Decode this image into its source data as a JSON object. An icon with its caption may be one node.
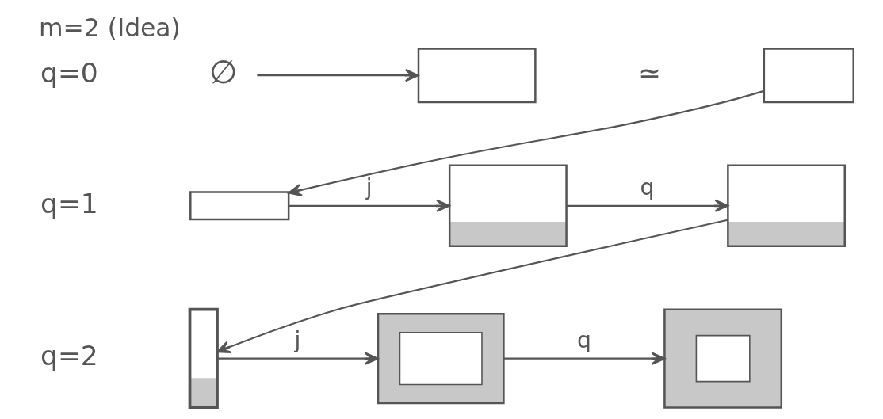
{
  "diagram": {
    "title": "m=2 (Idea)",
    "nodes": [
      {
        "text": [
          "∅"
        ]
      },
      {
        "text": [],
        "shape": "box"
      },
      {
        "text": [],
        "shape": "box"
      },
      {
        "text": [],
        "shape": "box"
      },
      {
        "text": [],
        "shape": "box"
      },
      {
        "text": [],
        "shape": "box"
      },
      {
        "text": [],
        "shape": "bar"
      },
      {
        "text": [],
        "shape": "box"
      },
      {
        "text": [],
        "shape": "box"
      }
    ],
    "edges": [
      {
        "from": 0,
        "to": 1,
        "arrow": "to"
      },
      {
        "from": 2,
        "to": 3,
        "arrow": "to"
      },
      {
        "from": 3,
        "to": 4,
        "arrow": "to",
        "label": "j"
      },
      {
        "from": 4,
        "to": 5,
        "arrow": "to",
        "label": "q"
      },
      {
        "from": 5,
        "to": 6,
        "arrow": "to"
      },
      {
        "from": 6,
        "to": 7,
        "arrow": "to",
        "label": "j"
      },
      {
        "from": 7,
        "to": 8,
        "arrow": "to",
        "label": "q"
      }
    ],
    "labels": [
      "q=0",
      "≃",
      "q=1",
      "q=2"
    ]
  }
}
